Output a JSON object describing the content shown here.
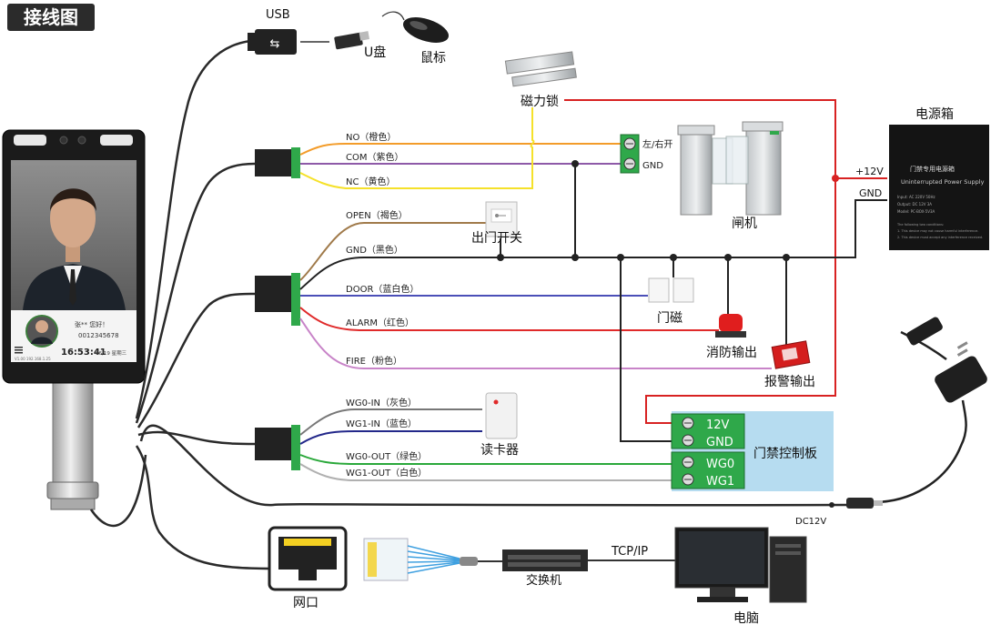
{
  "title": "接线图",
  "device_screen": {
    "name_text": "张**  您好！",
    "id_text": "0012345678",
    "time_text": "16:53:41",
    "date_text": "06/19  星期三",
    "footer_text": "V1.00    192.168.1.25"
  },
  "usb": {
    "label": "USB",
    "udisk_label": "U盘",
    "mouse_label": "鼠标"
  },
  "relay_wires": [
    {
      "label": "NO（橙色）",
      "color": "#f39c2a"
    },
    {
      "label": "COM（紫色）",
      "color": "#8e5aa8"
    },
    {
      "label": "NC（黄色）",
      "color": "#f5e12a"
    }
  ],
  "io_wires": [
    {
      "label": "OPEN（褐色）",
      "color": "#a07a4a"
    },
    {
      "label": "GND（黑色）",
      "color": "#222222"
    },
    {
      "label": "DOOR（蓝白色）",
      "color": "#4b4fb8"
    },
    {
      "label": "ALARM（红色）",
      "color": "#e02a2a"
    },
    {
      "label": "FIRE（粉色）",
      "color": "#c884c8"
    }
  ],
  "wiegand_wires": [
    {
      "label": "WG0-IN（灰色）",
      "color": "#777777"
    },
    {
      "label": "WG1-IN（蓝色）",
      "color": "#23288a"
    },
    {
      "label": "WG0-OUT（绿色）",
      "color": "#2aa83a"
    },
    {
      "label": "WG1-OUT（白色）",
      "color": "#b0b0b0"
    }
  ],
  "terminal_gate": {
    "top_label": "左/右开",
    "bottom_label": "GND"
  },
  "devices": {
    "maglock": "磁力锁",
    "gate": "闸机",
    "exit_button": "出门开关",
    "door_sensor": "门磁",
    "fire_output": "消防输出",
    "alarm_output": "报警输出",
    "card_reader": "读卡器",
    "controller": "门禁控制板",
    "controller_terms": [
      "12V",
      "GND",
      "WG0",
      "WG1"
    ],
    "power_box": "电源箱",
    "power_plus": "+12V",
    "power_gnd": "GND",
    "psu_title_cn": "门禁专用电源箱",
    "psu_title_en": "Uninterrupted Power Supply",
    "psu_spec_lines": [
      "Input:  AC 220V  50Hz",
      "Output:  DC 12V  3A",
      "Model:  PC-BOX-5V3A"
    ],
    "psu_warning_lines": [
      "The following two conditions:",
      "1. This device may not cause harmful interference.",
      "2. This device must accept any interference received."
    ],
    "dc_label": "DC12V",
    "network_port": "网口",
    "switch": "交换机",
    "tcpip": "TCP/IP",
    "computer": "电脑"
  },
  "colors": {
    "connector_green": "#2fa84a",
    "controller_bg": "#b6dcf0",
    "power_red": "#d82222"
  }
}
